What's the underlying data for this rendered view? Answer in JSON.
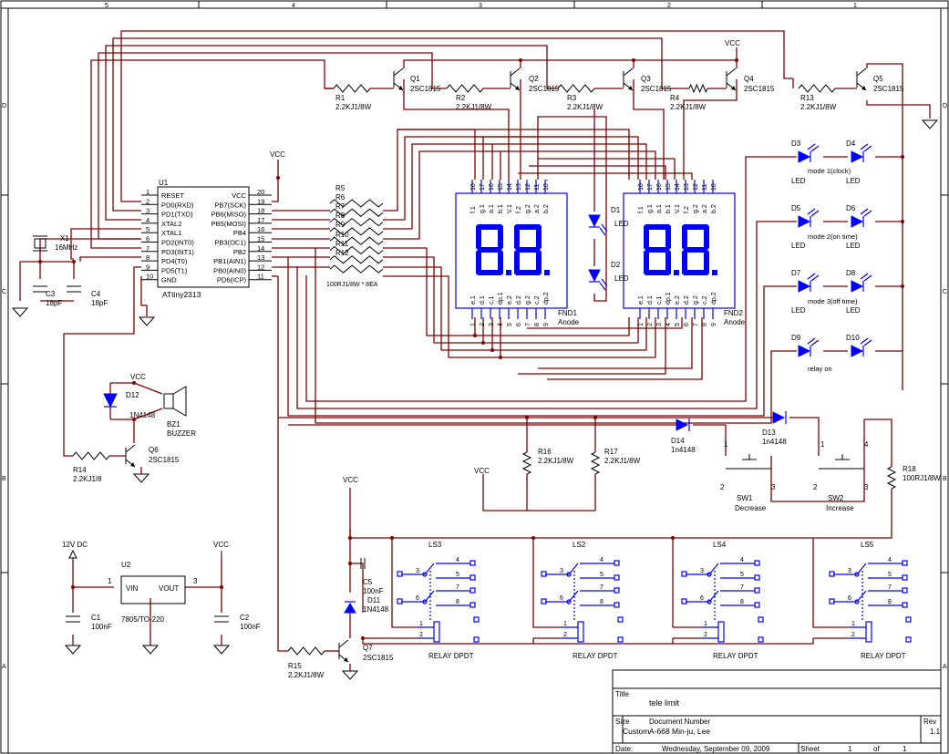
{
  "frame": {
    "col_numbers": [
      "5",
      "4",
      "3",
      "2",
      "1"
    ],
    "row_letters": [
      "D",
      "C",
      "B",
      "A"
    ]
  },
  "title_block": {
    "title_label": "Title",
    "title": "tele limit",
    "size_label": "Size",
    "size": "Custom",
    "docnum_label": "Document Number",
    "docnum": "A-668 Min-ju, Lee",
    "rev_label": "Rev",
    "rev": "1.1",
    "date_label": "Date:",
    "date": "Wednesday, September 09, 2009",
    "sheet_label": "Sheet",
    "sheet": "1",
    "of_label": "of",
    "of": "1"
  },
  "mcu": {
    "ref": "U1",
    "part": "ATtiny2313",
    "left_pins": [
      {
        "num": "1",
        "name": "RESET"
      },
      {
        "num": "2",
        "name": "PD0(RXD)"
      },
      {
        "num": "3",
        "name": "PD1(TXD)"
      },
      {
        "num": "4",
        "name": "XTAL2"
      },
      {
        "num": "5",
        "name": "XTAL1"
      },
      {
        "num": "6",
        "name": "PD2(INT0)"
      },
      {
        "num": "7",
        "name": "PD3(INT1)"
      },
      {
        "num": "8",
        "name": "PD4(T0)"
      },
      {
        "num": "9",
        "name": "PD5(T1)"
      },
      {
        "num": "10",
        "name": "GND"
      }
    ],
    "right_pins": [
      {
        "num": "20",
        "name": "VCC"
      },
      {
        "num": "19",
        "name": "PB7(SCK)"
      },
      {
        "num": "18",
        "name": "PB6(MISO)"
      },
      {
        "num": "17",
        "name": "PB5(MOSI)"
      },
      {
        "num": "16",
        "name": "PB4"
      },
      {
        "num": "15",
        "name": "PB3(OC1)"
      },
      {
        "num": "14",
        "name": "PB2"
      },
      {
        "num": "13",
        "name": "PB1(AIN1)"
      },
      {
        "num": "12",
        "name": "PB0(AIN0)"
      },
      {
        "num": "11",
        "name": "PD6(ICP)"
      }
    ]
  },
  "resistors": {
    "r1": {
      "ref": "R1",
      "val": "2.2KJ1/8W"
    },
    "r2": {
      "ref": "R2",
      "val": "2.2KJ1/8W"
    },
    "r3": {
      "ref": "R3",
      "val": "2.2KJ1/8W"
    },
    "r4": {
      "ref": "R4",
      "val": "2.2KJ1/8W"
    },
    "r13": {
      "ref": "R13",
      "val": "2.2KJ1/8W"
    },
    "r14": {
      "ref": "R14",
      "val": "2.2KJ1/8"
    },
    "r15": {
      "ref": "R15",
      "val": "2.2KJ1/8W"
    },
    "r16": {
      "ref": "R16",
      "val": "2.2KJ1/8W"
    },
    "r17": {
      "ref": "R17",
      "val": "2.2KJ1/8W"
    },
    "r18": {
      "ref": "R18",
      "val": "100RJ1/8W"
    },
    "array_refs": [
      "R5",
      "R6",
      "R7",
      "R8",
      "R9",
      "R10",
      "R11",
      "R12"
    ],
    "array_val": "100RJ1/8W * 8EA"
  },
  "transistors": {
    "q1": {
      "ref": "Q1",
      "part": "2SC1815"
    },
    "q2": {
      "ref": "Q2",
      "part": "2SC1815"
    },
    "q3": {
      "ref": "Q3",
      "part": "2SC1815"
    },
    "q4": {
      "ref": "Q4",
      "part": "2SC1815"
    },
    "q5": {
      "ref": "Q5",
      "part": "2SC1815"
    },
    "q6": {
      "ref": "Q6",
      "part": "2SC1815"
    },
    "q7": {
      "ref": "Q7",
      "part": "2SC1815"
    }
  },
  "caps": {
    "c1": {
      "ref": "C1",
      "val": "100nF"
    },
    "c2": {
      "ref": "C2",
      "val": "100nF"
    },
    "c3": {
      "ref": "C3",
      "val": "18pF"
    },
    "c4": {
      "ref": "C4",
      "val": "18pF"
    },
    "c5": {
      "ref": "C5",
      "val": "100nF"
    }
  },
  "crystal": {
    "ref": "X1",
    "val": "16MHz"
  },
  "diodes": {
    "d11": {
      "ref": "D11",
      "part": "1N4148"
    },
    "d12": {
      "ref": "D12",
      "part": "1N4148"
    },
    "d13": {
      "ref": "D13",
      "part": "1n4148"
    },
    "d14": {
      "ref": "D14",
      "part": "1n4148"
    }
  },
  "buzzer": {
    "ref": "BZ1",
    "label": "BUZZER"
  },
  "vcc": "VCC",
  "regulator": {
    "ref": "U2",
    "vin": "VIN",
    "vout": "VOUT",
    "pin_in": "1",
    "pin_out": "3",
    "part": "7805/TO-220",
    "supply": "12V DC"
  },
  "displays": {
    "fnd1": {
      "ref": "FND1",
      "type": "Anode"
    },
    "fnd2": {
      "ref": "FND2",
      "type": "Anode"
    },
    "digits": "88",
    "top_pins": [
      "18",
      "17",
      "16",
      "15",
      "14",
      "13",
      "12",
      "11",
      "10"
    ],
    "top_names": [
      "f.1",
      "g.1",
      "a.1",
      "b.1",
      "V.1",
      "f.2",
      "g.2",
      "a.2",
      "b.2"
    ],
    "bot_pins": [
      "1",
      "2",
      "3",
      "4",
      "5",
      "6",
      "7",
      "8",
      "9"
    ],
    "bot_names": [
      "e.1",
      "d.1",
      "c.1",
      "dp.1",
      "e.2",
      "d.2",
      "g.2",
      "c.2",
      "dp.2"
    ]
  },
  "leds": {
    "d1": {
      "ref": "D1",
      "part": "LED"
    },
    "d2": {
      "ref": "D2",
      "part": "LED"
    },
    "d3": {
      "ref": "D3",
      "part": "LED"
    },
    "d4": {
      "ref": "D4",
      "part": "LED"
    },
    "d5": {
      "ref": "D5",
      "part": "LED"
    },
    "d6": {
      "ref": "D6",
      "part": "LED"
    },
    "d7": {
      "ref": "D7",
      "part": "LED"
    },
    "d8": {
      "ref": "D8",
      "part": "LED"
    },
    "d9": {
      "ref": "D9",
      "part": "LED"
    },
    "d10": {
      "ref": "D10",
      "part": "LED"
    },
    "mode1": "mode 1(clock)",
    "mode2": "mode 2(on time)",
    "mode3": "mode 3(off time)",
    "relay": "relay on"
  },
  "switches": {
    "sw1": {
      "ref": "SW1",
      "name": "Decrease"
    },
    "sw2": {
      "ref": "SW2",
      "name": "Increase"
    },
    "p1": "1",
    "p2": "2",
    "p3": "3",
    "p4": "4"
  },
  "relays": {
    "ls": [
      "LS3",
      "LS2",
      "LS4",
      "LS5"
    ],
    "part": "RELAY DPDT",
    "pins": [
      "1",
      "2",
      "3",
      "4",
      "5",
      "6",
      "7",
      "8"
    ]
  }
}
